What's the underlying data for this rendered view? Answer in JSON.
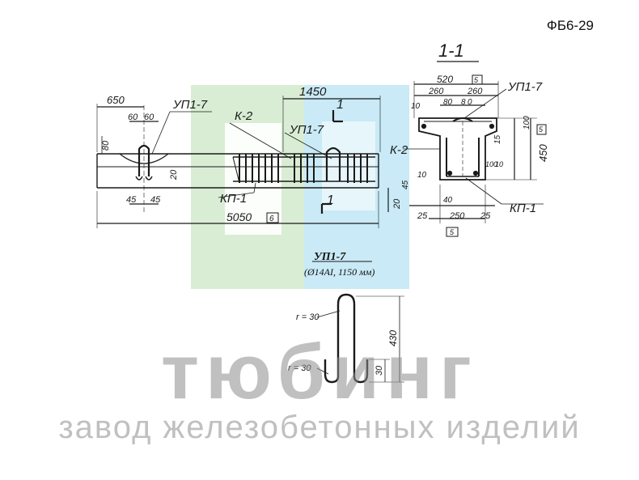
{
  "doc_code": "ФБ6-29",
  "watermark": {
    "brand": "тюбинг",
    "subtitle": "завод железобетонных изделий",
    "colors": {
      "green": "#cfe9c9",
      "blue": "#bfe6f5"
    }
  },
  "elevation": {
    "dims": {
      "d650": "650",
      "d60a": "60",
      "d60b": "60",
      "d1450": "1450",
      "d80": "80",
      "d20a": "20",
      "d45a": "45",
      "d45b": "45",
      "d5050": "5050",
      "d20b": "20"
    },
    "marks": {
      "up1a": "УП1-7",
      "up1b": "УП1-7",
      "k2": "К-2",
      "kp1": "КП-1",
      "sec_top": "1",
      "sec_bot": "1",
      "note": "6"
    }
  },
  "section": {
    "title": "1-1",
    "dims": {
      "d520": "520",
      "d260a": "260",
      "d260b": "260",
      "d80a": "80",
      "d8": "8",
      "d0": "0",
      "d10a": "10",
      "d100": "100",
      "d15": "15",
      "d450": "450",
      "d10b": "10",
      "d100b": "100",
      "d10c": "10",
      "d45": "45",
      "d40": "40",
      "d25a": "25",
      "d250": "250",
      "d25b": "25"
    },
    "marks": {
      "up17": "УП1-7",
      "k2": "К-2",
      "kp1": "КП-1",
      "n5a": "5",
      "n5b": "5",
      "n5c": "5"
    }
  },
  "detail": {
    "title": "УП1-7",
    "spec": "(Ø14AI, 1150 мм)",
    "r1": "r = 30",
    "r2": "r = 30",
    "d430": "430",
    "d30": "30"
  }
}
